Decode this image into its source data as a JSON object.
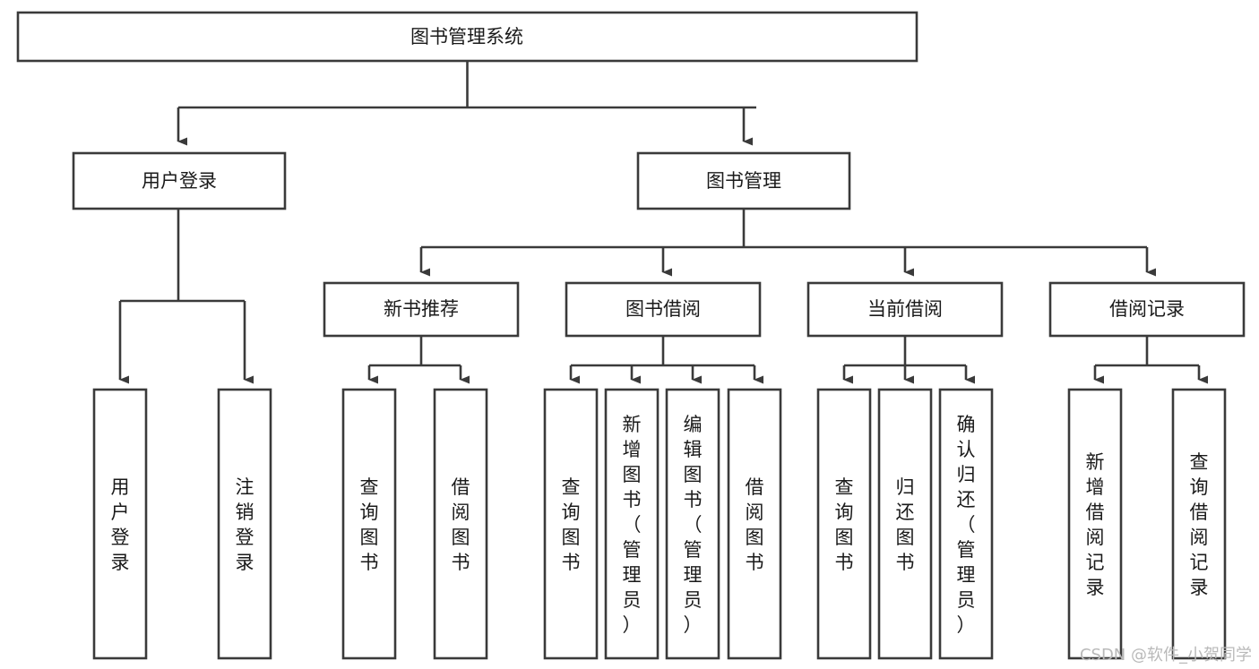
{
  "diagram": {
    "type": "tree-hierarchy",
    "title": "图书管理系统",
    "orientation": "top-down",
    "colors": {
      "stroke": "#3a3a3a",
      "fill": "#ffffff",
      "text": "#1a1a1a",
      "watermark": "#b9b9b9",
      "background": "#ffffff"
    },
    "levels": [
      {
        "level": 1,
        "nodes": [
          {
            "id": "root",
            "label": "图书管理系统",
            "orientation": "horizontal"
          }
        ]
      },
      {
        "level": 2,
        "nodes": [
          {
            "id": "login",
            "label": "用户登录",
            "orientation": "horizontal",
            "parent": "root"
          },
          {
            "id": "bookmgmt",
            "label": "图书管理",
            "orientation": "horizontal",
            "parent": "root"
          }
        ]
      },
      {
        "level": 3,
        "nodes": [
          {
            "id": "newbook",
            "label": "新书推荐",
            "orientation": "horizontal",
            "parent": "bookmgmt"
          },
          {
            "id": "borrow",
            "label": "图书借阅",
            "orientation": "horizontal",
            "parent": "bookmgmt"
          },
          {
            "id": "current",
            "label": "当前借阅",
            "orientation": "horizontal",
            "parent": "bookmgmt"
          },
          {
            "id": "record",
            "label": "借阅记录",
            "orientation": "horizontal",
            "parent": "bookmgmt"
          }
        ]
      },
      {
        "level": 4,
        "nodes": [
          {
            "id": "leaf1",
            "label": "用户登录",
            "orientation": "vertical",
            "parent": "login"
          },
          {
            "id": "leaf2",
            "label": "注销登录",
            "orientation": "vertical",
            "parent": "login"
          },
          {
            "id": "leaf3",
            "label": "查询图书",
            "orientation": "vertical",
            "parent": "newbook"
          },
          {
            "id": "leaf4",
            "label": "借阅图书",
            "orientation": "vertical",
            "parent": "newbook"
          },
          {
            "id": "leaf5",
            "label": "查询图书",
            "orientation": "vertical",
            "parent": "borrow"
          },
          {
            "id": "leaf6",
            "label": "新增图书（管理员）",
            "orientation": "vertical",
            "parent": "borrow"
          },
          {
            "id": "leaf7",
            "label": "编辑图书（管理员）",
            "orientation": "vertical",
            "parent": "borrow"
          },
          {
            "id": "leaf8",
            "label": "借阅图书",
            "orientation": "vertical",
            "parent": "borrow"
          },
          {
            "id": "leaf9",
            "label": "查询图书",
            "orientation": "vertical",
            "parent": "current"
          },
          {
            "id": "leaf10",
            "label": "归还图书",
            "orientation": "vertical",
            "parent": "current"
          },
          {
            "id": "leaf11",
            "label": "确认归还（管理员）",
            "orientation": "vertical",
            "parent": "current"
          },
          {
            "id": "leaf12",
            "label": "新增借阅记录",
            "orientation": "vertical",
            "parent": "record"
          },
          {
            "id": "leaf13",
            "label": "查询借阅记录",
            "orientation": "vertical",
            "parent": "record"
          }
        ]
      }
    ]
  },
  "watermark": {
    "text": "CSDN @软件_小贺同学"
  }
}
